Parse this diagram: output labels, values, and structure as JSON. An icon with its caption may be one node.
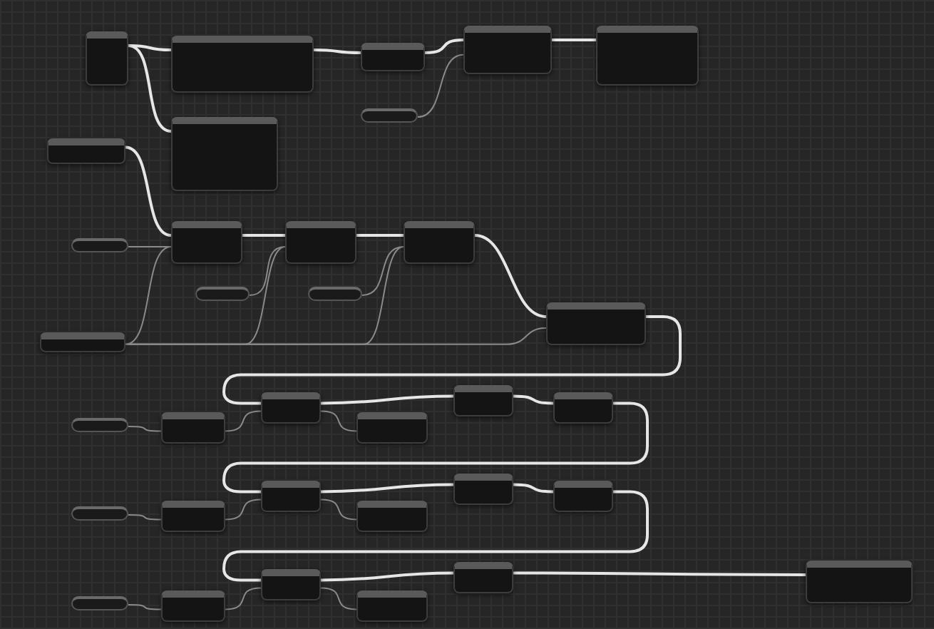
{
  "diagram": {
    "nodes": [
      {
        "text": [],
        "shape": "box"
      },
      {
        "text": [],
        "shape": "box"
      },
      {
        "text": [],
        "shape": "box"
      },
      {
        "text": [],
        "shape": "box"
      },
      {
        "text": [],
        "shape": "box"
      },
      {
        "text": [],
        "shape": "bar"
      },
      {
        "text": [],
        "shape": "box"
      },
      {
        "text": [],
        "shape": "box"
      },
      {
        "text": [],
        "shape": "bar"
      },
      {
        "text": [],
        "shape": "box"
      },
      {
        "text": [],
        "shape": "box"
      },
      {
        "text": [],
        "shape": "box"
      },
      {
        "text": [],
        "shape": "bar"
      },
      {
        "text": [],
        "shape": "bar"
      },
      {
        "text": [],
        "shape": "box"
      },
      {
        "text": [],
        "shape": "box"
      },
      {
        "text": [],
        "shape": "bar"
      },
      {
        "text": [],
        "shape": "box"
      },
      {
        "text": [],
        "shape": "box"
      },
      {
        "text": [],
        "shape": "box"
      },
      {
        "text": [],
        "shape": "box"
      },
      {
        "text": [],
        "shape": "box"
      },
      {
        "text": [],
        "shape": "bar"
      },
      {
        "text": [],
        "shape": "box"
      },
      {
        "text": [],
        "shape": "box"
      },
      {
        "text": [],
        "shape": "box"
      },
      {
        "text": [],
        "shape": "box"
      },
      {
        "text": [],
        "shape": "box"
      },
      {
        "text": [],
        "shape": "bar"
      },
      {
        "text": [],
        "shape": "box"
      },
      {
        "text": [],
        "shape": "box"
      },
      {
        "text": [],
        "shape": "box"
      },
      {
        "text": [],
        "shape": "box"
      },
      {
        "text": [],
        "shape": "box"
      }
    ],
    "edges": [
      {
        "from": 0,
        "to": 1,
        "arrow": "none"
      },
      {
        "from": 1,
        "to": 2,
        "arrow": "none"
      },
      {
        "from": 2,
        "to": 3,
        "arrow": "none"
      },
      {
        "from": 3,
        "to": 4,
        "arrow": "none"
      },
      {
        "from": 0,
        "to": 6,
        "arrow": "none"
      },
      {
        "from": 5,
        "to": 3,
        "arrow": "none",
        "color": "#8a8a8a"
      },
      {
        "from": 7,
        "to": 9,
        "arrow": "none"
      },
      {
        "from": 9,
        "to": 10,
        "arrow": "none"
      },
      {
        "from": 10,
        "to": 11,
        "arrow": "none"
      },
      {
        "from": 11,
        "to": 15,
        "arrow": "none"
      },
      {
        "from": 8,
        "to": 9,
        "arrow": "none",
        "color": "#8a8a8a"
      },
      {
        "from": 12,
        "to": 10,
        "arrow": "none",
        "color": "#8a8a8a"
      },
      {
        "from": 13,
        "to": 11,
        "arrow": "none",
        "color": "#8a8a8a"
      },
      {
        "from": 14,
        "to": 9,
        "arrow": "none",
        "color": "#8a8a8a"
      },
      {
        "from": 14,
        "to": 10,
        "arrow": "none",
        "color": "#8a8a8a"
      },
      {
        "from": 14,
        "to": 11,
        "arrow": "none",
        "color": "#8a8a8a"
      },
      {
        "from": 14,
        "to": 15,
        "arrow": "none",
        "color": "#8a8a8a"
      },
      {
        "from": 15,
        "to": 18,
        "arrow": "none"
      },
      {
        "from": 18,
        "to": 20,
        "arrow": "none"
      },
      {
        "from": 20,
        "to": 21,
        "arrow": "none"
      },
      {
        "from": 21,
        "to": 24,
        "arrow": "none"
      },
      {
        "from": 24,
        "to": 26,
        "arrow": "none"
      },
      {
        "from": 26,
        "to": 27,
        "arrow": "none"
      },
      {
        "from": 27,
        "to": 30,
        "arrow": "none"
      },
      {
        "from": 30,
        "to": 32,
        "arrow": "none"
      },
      {
        "from": 32,
        "to": 33,
        "arrow": "none"
      },
      {
        "from": 16,
        "to": 17,
        "arrow": "none",
        "color": "#8a8a8a"
      },
      {
        "from": 17,
        "to": 18,
        "arrow": "none",
        "color": "#8a8a8a"
      },
      {
        "from": 18,
        "to": 19,
        "arrow": "none",
        "color": "#8a8a8a"
      },
      {
        "from": 22,
        "to": 23,
        "arrow": "none",
        "color": "#8a8a8a"
      },
      {
        "from": 23,
        "to": 24,
        "arrow": "none",
        "color": "#8a8a8a"
      },
      {
        "from": 24,
        "to": 25,
        "arrow": "none",
        "color": "#8a8a8a"
      },
      {
        "from": 28,
        "to": 29,
        "arrow": "none",
        "color": "#8a8a8a"
      },
      {
        "from": 29,
        "to": 30,
        "arrow": "none",
        "color": "#8a8a8a"
      },
      {
        "from": 30,
        "to": 31,
        "arrow": "none",
        "color": "#8a8a8a"
      }
    ]
  }
}
